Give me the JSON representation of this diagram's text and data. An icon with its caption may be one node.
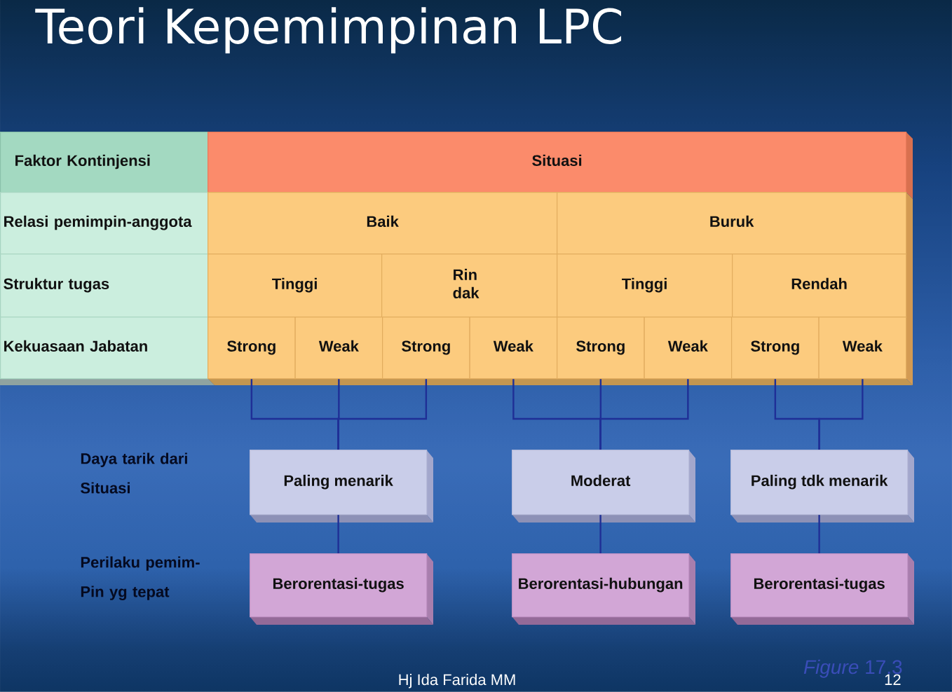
{
  "diagram": {
    "title": "Teori Kepemimpinan LPC",
    "nodes": [
      {
        "text": [
          "Faktor Kontinjensi"
        ]
      },
      {
        "text": [
          "Situasi"
        ]
      },
      {
        "text": [
          "Relasi pemimpin-anggota"
        ]
      },
      {
        "text": [
          "Baik"
        ]
      },
      {
        "text": [
          "Buruk"
        ]
      },
      {
        "text": [
          "Struktur tugas"
        ]
      },
      {
        "text": [
          "Tinggi"
        ]
      },
      {
        "text": [
          "Rin dak"
        ]
      },
      {
        "text": [
          "Tinggi"
        ]
      },
      {
        "text": [
          "Rendah"
        ]
      },
      {
        "text": [
          "Kekuasaan Jabatan"
        ]
      },
      {
        "text": [
          "Strong"
        ]
      },
      {
        "text": [
          "Weak"
        ]
      },
      {
        "text": [
          "Strong"
        ]
      },
      {
        "text": [
          "Weak"
        ]
      },
      {
        "text": [
          "Strong"
        ]
      },
      {
        "text": [
          "Weak"
        ]
      },
      {
        "text": [
          "Strong"
        ]
      },
      {
        "text": [
          "Weak"
        ]
      },
      {
        "text": [
          "Paling menarik"
        ]
      },
      {
        "text": [
          "Moderat"
        ]
      },
      {
        "text": [
          "Paling tdk menarik"
        ]
      },
      {
        "text": [
          "Berorentasi-tugas"
        ]
      },
      {
        "text": [
          "Berorentasi-hubungan"
        ]
      },
      {
        "text": [
          "Berorentasi-tugas"
        ]
      }
    ],
    "edges": [
      {
        "from": 11,
        "to": 19,
        "arrow": "none"
      },
      {
        "from": 12,
        "to": 19,
        "arrow": "none"
      },
      {
        "from": 13,
        "to": 19,
        "arrow": "none"
      },
      {
        "from": 14,
        "to": 20,
        "arrow": "none"
      },
      {
        "from": 15,
        "to": 20,
        "arrow": "none"
      },
      {
        "from": 16,
        "to": 20,
        "arrow": "none"
      },
      {
        "from": 17,
        "to": 21,
        "arrow": "none"
      },
      {
        "from": 18,
        "to": 21,
        "arrow": "none"
      },
      {
        "from": 19,
        "to": 22,
        "arrow": "none"
      },
      {
        "from": 20,
        "to": 23,
        "arrow": "none"
      },
      {
        "from": 21,
        "to": 24,
        "arrow": "none"
      }
    ],
    "labels": [
      "Daya tarik dari Situasi",
      "Perilaku pemim- Pin yg tepat",
      "*Figure* 17.3",
      "Hj Ida Farida MM",
      "12"
    ]
  }
}
